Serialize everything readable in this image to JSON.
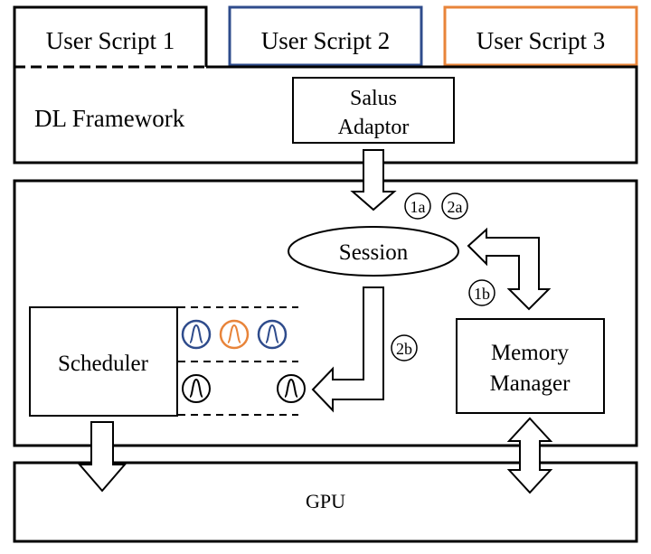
{
  "tabs": [
    {
      "label": "User Script 1",
      "color": "#000000"
    },
    {
      "label": "User Script 2",
      "color": "#2F4C8C"
    },
    {
      "label": "User Script 3",
      "color": "#E8843A"
    }
  ],
  "framework": {
    "label": "DL Framework",
    "adaptor_line1": "Salus",
    "adaptor_line2": "Adaptor"
  },
  "server": {
    "session_label": "Session",
    "scheduler_label": "Scheduler",
    "memory_line1": "Memory",
    "memory_line2": "Manager"
  },
  "markers": {
    "m1a": "1a",
    "m2a": "2a",
    "m1b": "1b",
    "m2b": "2b"
  },
  "gpu_label": "GPU",
  "colors": {
    "blue": "#2F4C8C",
    "orange": "#E8843A",
    "black": "#000000"
  },
  "icons": {
    "task": "lambda-icon"
  }
}
